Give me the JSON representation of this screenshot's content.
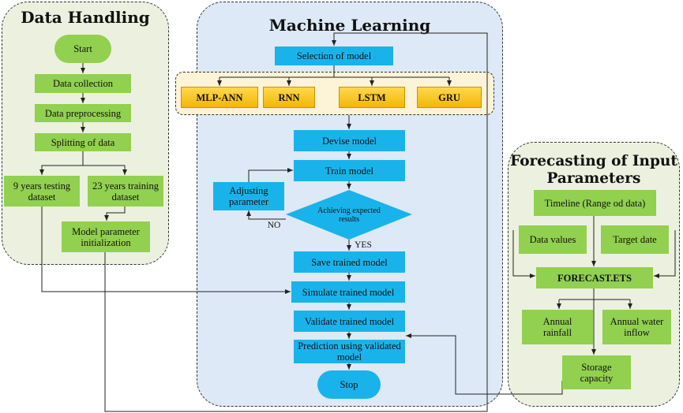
{
  "panels": {
    "data_handling": "Data Handling",
    "machine_learning": "Machine Learning",
    "forecasting": "Forecasting of Input Parameters"
  },
  "data_handling": {
    "start": "Start",
    "collection": "Data collection",
    "preprocessing": "Data preprocessing",
    "splitting": "Splitting of data",
    "testing": "9 years testing dataset",
    "training": "23 years training dataset",
    "init": "Model parameter initialization"
  },
  "machine_learning": {
    "selection": "Selection of model",
    "models": [
      "MLP-ANN",
      "RNN",
      "LSTM",
      "GRU"
    ],
    "devise": "Devise model",
    "train": "Train model",
    "adjust": "Adjusting parameter",
    "decision": "Achieving expected results",
    "no": "NO",
    "yes": "YES",
    "save": "Save trained model",
    "simulate": "Simulate trained model",
    "validate": "Validate trained model",
    "predict": "Prediction using validated model",
    "stop": "Stop"
  },
  "forecasting": {
    "timeline": "Timeline (Range od data)",
    "data_values": "Data values",
    "target_date": "Target date",
    "function": "FORECAST.ETS",
    "rainfall": "Annual rainfall",
    "inflow": "Annual water inflow",
    "storage": "Storage capacity"
  },
  "colors": {
    "green": "#92d050",
    "blue": "#19b3ec",
    "yellow": "#f2b705",
    "ml_panel": "#dde9f6",
    "left_panel": "#ebf1de"
  }
}
